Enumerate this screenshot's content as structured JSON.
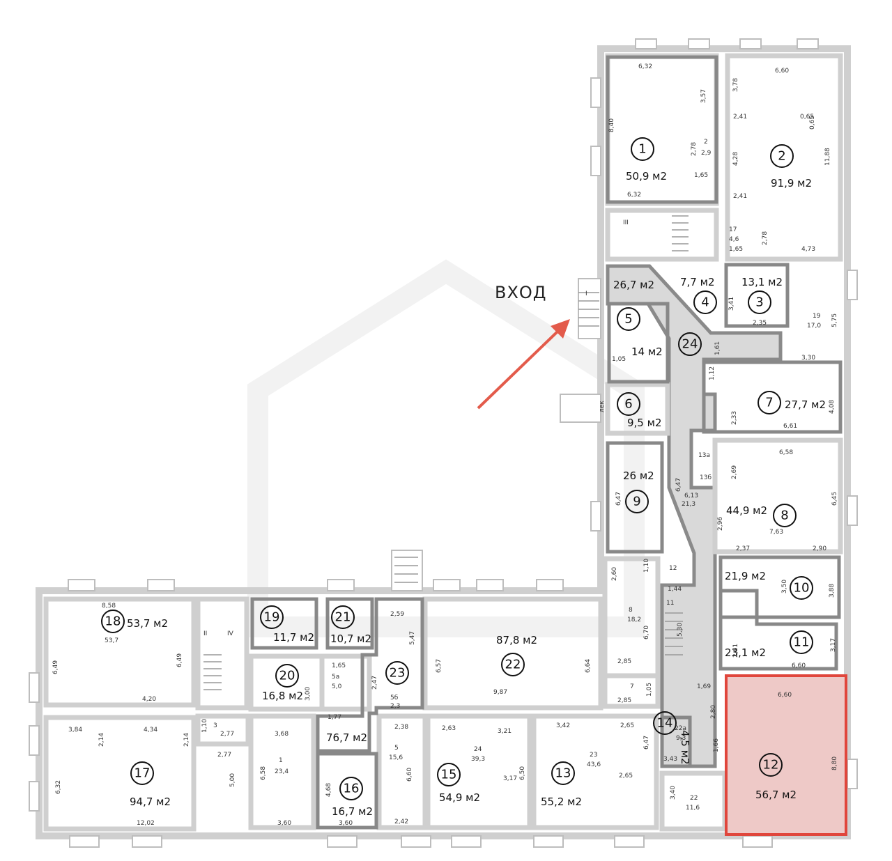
{
  "entrance_label": "ВХОД",
  "colors": {
    "wall": "#cfcfcf",
    "wall_dark": "#7a7a7a",
    "corridor": "#d9d9d9",
    "highlight_fill": "#eec9c7",
    "highlight_stroke": "#e0463c",
    "arrow": "#e35b4b"
  },
  "rooms": [
    {
      "id": "r1",
      "number": "1",
      "area": "50,9 м2"
    },
    {
      "id": "r2",
      "number": "2",
      "area": "91,9 м2"
    },
    {
      "id": "r3",
      "number": "3",
      "area": "13,1 м2"
    },
    {
      "id": "r4",
      "number": "4",
      "area": "7,7 м2"
    },
    {
      "id": "r5",
      "number": "5",
      "area": "14 м2"
    },
    {
      "id": "r6",
      "number": "6",
      "area": "9,5 м2"
    },
    {
      "id": "r7",
      "number": "7",
      "area": "27,7 м2"
    },
    {
      "id": "r8",
      "number": "8",
      "area": "44,9 м2"
    },
    {
      "id": "r9",
      "number": "9",
      "area": "26 м2"
    },
    {
      "id": "r10",
      "number": "10",
      "area": "21,9 м2"
    },
    {
      "id": "r11",
      "number": "11",
      "area": "23,1 м2"
    },
    {
      "id": "r12",
      "number": "12",
      "area": "56,7 м2"
    },
    {
      "id": "r13",
      "number": "13",
      "area": "55,2 м2"
    },
    {
      "id": "r14",
      "number": "14",
      "area": "4,5 м2"
    },
    {
      "id": "r15",
      "number": "15",
      "area": "54,9 м2"
    },
    {
      "id": "r16",
      "number": "16",
      "area": "16,7 м2"
    },
    {
      "id": "r17",
      "number": "17",
      "area": "94,7 м2"
    },
    {
      "id": "r18",
      "number": "18",
      "area": "53,7 м2"
    },
    {
      "id": "r19",
      "number": "19",
      "area": "11,7 м2"
    },
    {
      "id": "r20",
      "number": "20",
      "area": "16,8 м2"
    },
    {
      "id": "r21",
      "number": "21",
      "area": "10,7 м2"
    },
    {
      "id": "r22",
      "number": "22",
      "area": "87,8 м2"
    },
    {
      "id": "r23",
      "number": "23",
      "area": "76,7 м2"
    },
    {
      "id": "r24",
      "number": "24",
      "area": "26,7 м2"
    }
  ],
  "dimensions": [
    "6,32",
    "3,57",
    "8,40",
    "2,78",
    "2",
    "2,9",
    "1,65",
    "6,32",
    "6,60",
    "3,78",
    "2,41",
    "0,65",
    "0,65",
    "4,28",
    "11,88",
    "2,41",
    "4,73",
    "III",
    "17",
    "4,6",
    "1,65",
    "2,78",
    "I",
    "3,41",
    "2,35",
    "19",
    "17,0",
    "5,75",
    "1,05",
    "1,61",
    "3,30",
    "1,12",
    "2,33",
    "6,61",
    "4,08",
    "лек",
    "13а",
    "13б",
    "6,58",
    "2,69",
    "6,45",
    "6,47",
    "6,47",
    "6,13",
    "21,3",
    "2,96",
    "7,63",
    "2,37",
    "2,90",
    "12",
    "1,44",
    "11",
    "5,30",
    "3,50",
    "3,88",
    "2,61",
    "6,60",
    "3,17",
    "1,69",
    "2,60",
    "1,10",
    "8",
    "18,2",
    "6,70",
    "2,85",
    "7",
    "2,85",
    "1,05",
    "8,58",
    "53,7",
    "II",
    "IV",
    "6,49",
    "6,49",
    "4,20",
    "1,65",
    "5а",
    "5,0",
    "3,00",
    "2,47",
    "2,59",
    "5,47",
    "5б",
    "2,3",
    "1,77",
    "6,57",
    "6,64",
    "9,87",
    "3,84",
    "2,14",
    "4,34",
    "2,14",
    "1,10",
    "3",
    "2,77",
    "2,77",
    "3,68",
    "1",
    "23,4",
    "6,58",
    "5,00",
    "6,32",
    "12,02",
    "3,60",
    "4,68",
    "3,60",
    "2,38",
    "5",
    "15,6",
    "6,60",
    "2,42",
    "2,63",
    "3,21",
    "24",
    "39,3",
    "3,17",
    "6,50",
    "3,42",
    "2,65",
    "23",
    "43,6",
    "2,65",
    "6,47",
    "22а",
    "9,3",
    "2,80",
    "1,66",
    "3,43",
    "3,40",
    "22",
    "11,6",
    "6,60",
    "8,80"
  ]
}
